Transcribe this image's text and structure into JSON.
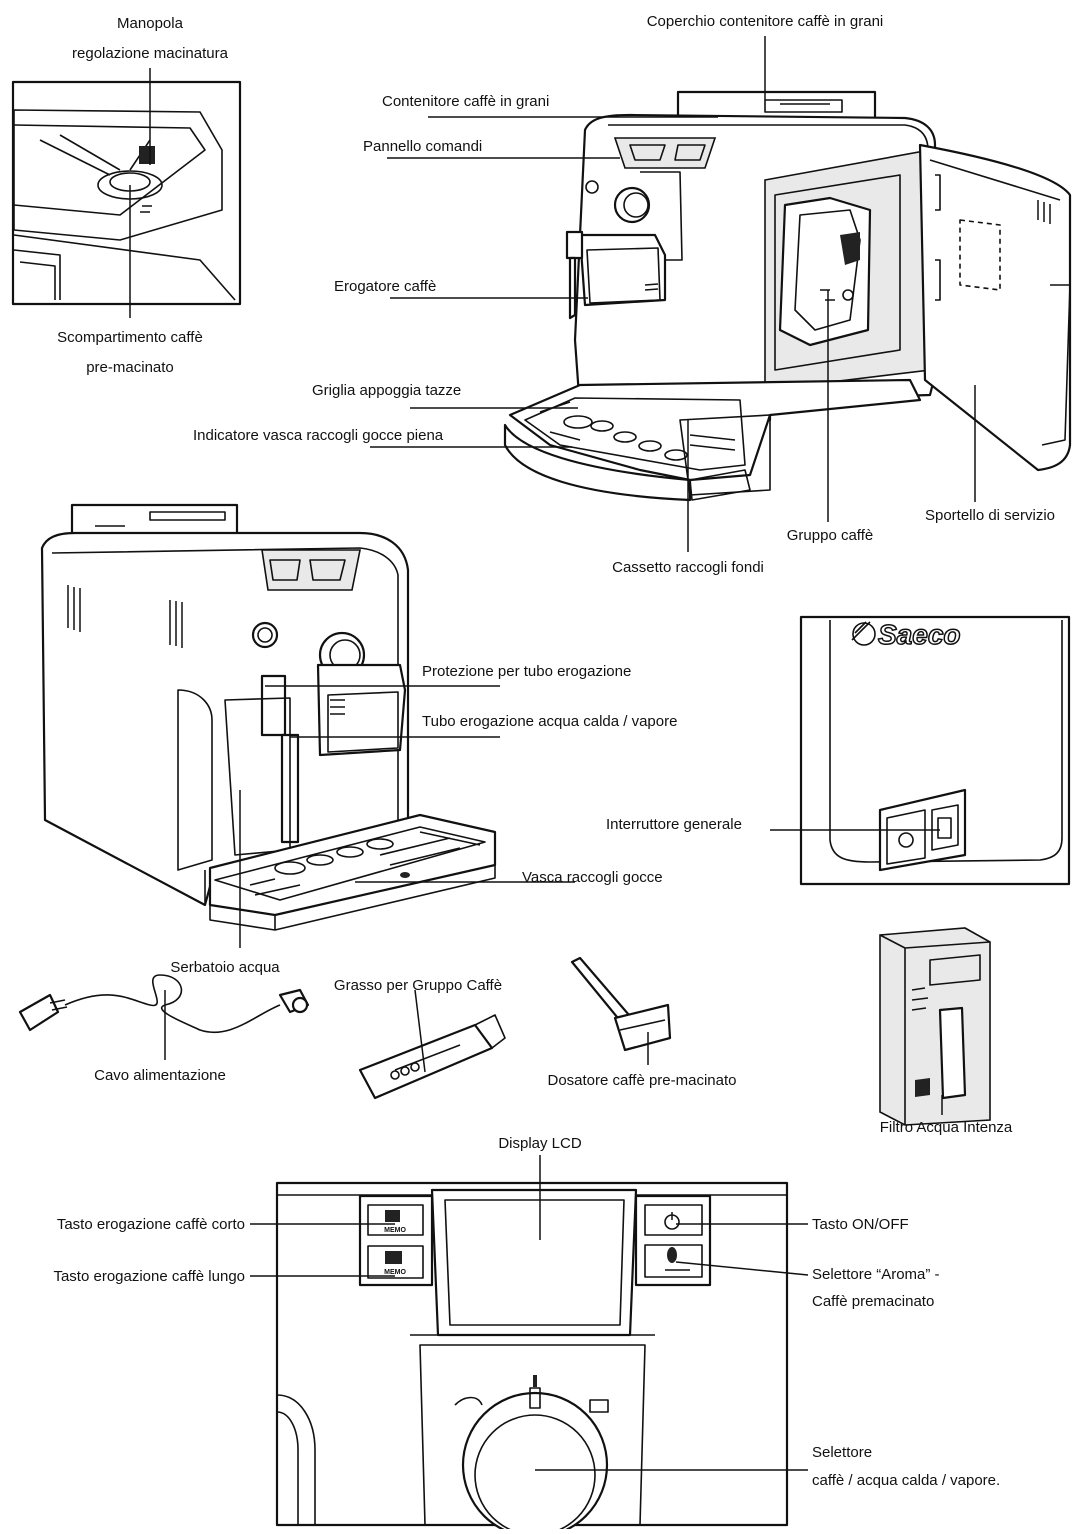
{
  "labels": {
    "manopola_1": "Manopola",
    "manopola_2": "regolazione macinatura",
    "scompartimento_1": "Scompartimento caffè",
    "scompartimento_2": "pre-macinato",
    "coperchio": "Coperchio contenitore caffè in grani",
    "contenitore": "Contenitore caffè in grani",
    "pannello": "Pannello comandi",
    "erogatore": "Erogatore caffè",
    "griglia": "Griglia appoggia tazze",
    "indicatore": "Indicatore vasca raccogli gocce piena",
    "gruppo": "Gruppo caffè",
    "sportello": "Sportello di servizio",
    "cassetto": "Cassetto raccogli fondi",
    "protezione": "Protezione per tubo erogazione",
    "tubo": "Tubo erogazione acqua calda / vapore",
    "interruttore": "Interruttore generale",
    "vasca": "Vasca raccogli gocce",
    "serbatoio": "Serbatoio acqua",
    "grasso": "Grasso per Gruppo Caffè",
    "cavo": "Cavo alimentazione",
    "dosatore": "Dosatore caffè pre-macinato",
    "filtro": "Filtro Acqua Intenza",
    "display": "Display LCD",
    "tasto_corto": "Tasto erogazione caffè corto",
    "tasto_lungo": "Tasto erogazione caffè lungo",
    "onoff": "Tasto ON/OFF",
    "aroma_1": "Selettore “Aroma” -",
    "aroma_2": "Caffè premacinato",
    "selettore_1": "Selettore",
    "selettore_2": "caffè / acqua calda / vapore."
  },
  "brand": {
    "logo_text": "Saeco"
  },
  "panel": {
    "memo_1": "MEMO",
    "memo_2": "MEMO"
  }
}
